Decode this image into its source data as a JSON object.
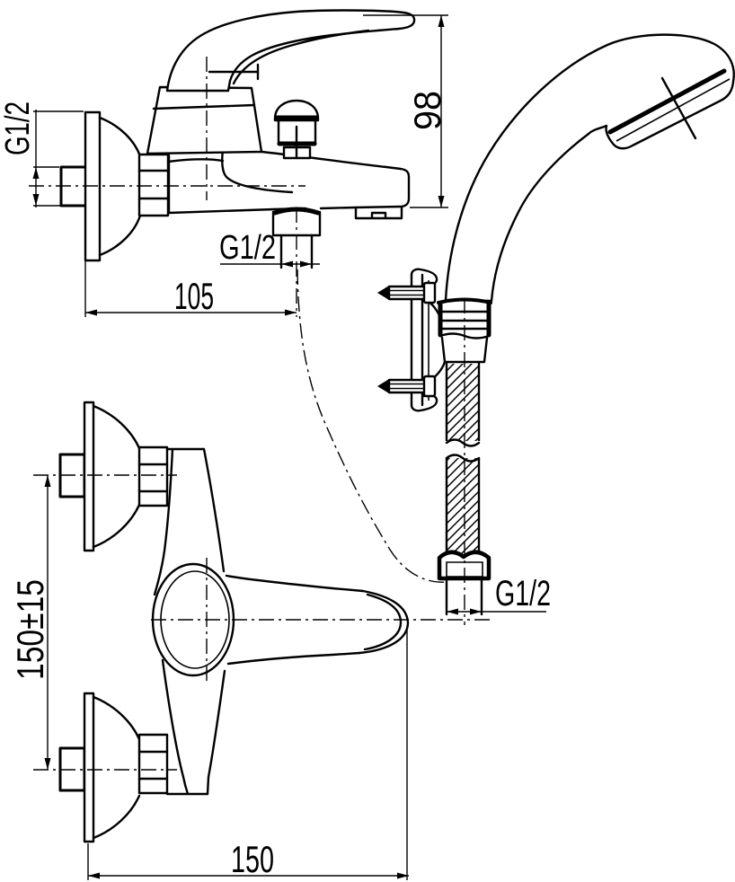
{
  "drawing": {
    "background_color": "#ffffff",
    "line_color": "#000000",
    "views": {
      "faucet_side": {
        "inlet_thread_label": "G1/2",
        "height_dim": "98",
        "outlet_thread_label": "G1/2",
        "outlet_offset_dim": "105"
      },
      "faucet_front": {
        "inlet_spacing_dim": "150±15",
        "length_dim": "150"
      },
      "hand_shower": {
        "hose_thread_label": "G1/2"
      }
    }
  }
}
